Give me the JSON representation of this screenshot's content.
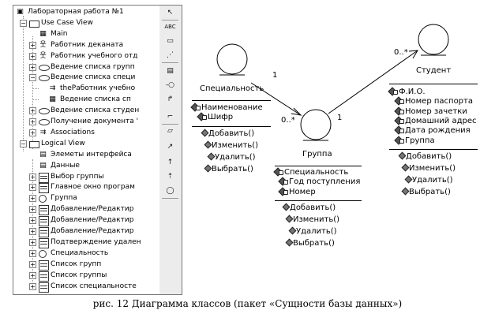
{
  "browser": {
    "items": [
      {
        "label": "Лабораторная работа №1",
        "icon": "model-icon",
        "depth": 0,
        "expander": ""
      },
      {
        "label": "Use Case View",
        "icon": "folder-icon",
        "depth": 1,
        "expander": "−"
      },
      {
        "label": "Main",
        "icon": "diagram-icon",
        "depth": 2,
        "expander": ""
      },
      {
        "label": "Работник деканата",
        "icon": "actor-icon",
        "depth": 2,
        "expander": "+"
      },
      {
        "label": "Работник учебного отд",
        "icon": "actor-icon",
        "depth": 2,
        "expander": "+"
      },
      {
        "label": "Ведение списка групп",
        "icon": "use-case-icon",
        "depth": 2,
        "expander": "+"
      },
      {
        "label": "Ведение списка специ",
        "icon": "use-case-icon",
        "depth": 2,
        "expander": "−"
      },
      {
        "label": "theРаботник учебно",
        "icon": "association-icon",
        "depth": 3,
        "expander": ""
      },
      {
        "label": "Ведение списка сп",
        "icon": "diagram-icon",
        "depth": 3,
        "expander": ""
      },
      {
        "label": "Ведение списка студен",
        "icon": "use-case-icon",
        "depth": 2,
        "expander": "+"
      },
      {
        "label": "Получение документа '",
        "icon": "use-case-icon",
        "depth": 2,
        "expander": "+"
      },
      {
        "label": "Associations",
        "icon": "association-icon",
        "depth": 2,
        "expander": "+"
      },
      {
        "label": "Logical View",
        "icon": "folder-icon",
        "depth": 1,
        "expander": "−"
      },
      {
        "label": "Элеметы интерфейса",
        "icon": "class-diagram-icon",
        "depth": 2,
        "expander": ""
      },
      {
        "label": "Данные",
        "icon": "class-diagram-icon",
        "depth": 2,
        "expander": ""
      },
      {
        "label": "Выбор группы",
        "icon": "class-icon",
        "depth": 2,
        "expander": "+"
      },
      {
        "label": "Главное окно  програм",
        "icon": "class-icon",
        "depth": 2,
        "expander": "+"
      },
      {
        "label": "Группа",
        "icon": "interface-icon",
        "depth": 2,
        "expander": "+"
      },
      {
        "label": "Добавление/Редактир",
        "icon": "class-icon",
        "depth": 2,
        "expander": "+"
      },
      {
        "label": "Добавление/Редактир",
        "icon": "class-icon",
        "depth": 2,
        "expander": "+"
      },
      {
        "label": "Добавление/Редактир",
        "icon": "class-icon",
        "depth": 2,
        "expander": "+"
      },
      {
        "label": "Подтверждение удален",
        "icon": "class-icon",
        "depth": 2,
        "expander": "+"
      },
      {
        "label": "Специальность",
        "icon": "interface-icon",
        "depth": 2,
        "expander": "+"
      },
      {
        "label": "Список групп",
        "icon": "class-icon",
        "depth": 2,
        "expander": "+"
      },
      {
        "label": "Список группы",
        "icon": "class-icon",
        "depth": 2,
        "expander": "+"
      },
      {
        "label": "Список специальносте",
        "icon": "class-icon",
        "depth": 2,
        "expander": "+"
      }
    ]
  },
  "palette": {
    "tools": [
      {
        "name": "selection-tool",
        "glyph": "↖"
      },
      {
        "name": "text-tool",
        "glyph": "ABC"
      },
      {
        "name": "note-tool",
        "glyph": "▭"
      },
      {
        "name": "anchor-tool",
        "glyph": "⋰"
      },
      {
        "name": "class-tool",
        "glyph": "▤"
      },
      {
        "name": "interface-tool",
        "glyph": "-○"
      },
      {
        "name": "unidirectional-association-tool",
        "glyph": "↱"
      },
      {
        "name": "association-class-tool",
        "glyph": "⌐"
      },
      {
        "name": "package-tool",
        "glyph": "▱"
      },
      {
        "name": "dependency-tool",
        "glyph": "↗"
      },
      {
        "name": "generalization-tool",
        "glyph": "↑"
      },
      {
        "name": "realization-tool",
        "glyph": "⇡"
      },
      {
        "name": "entity-class-tool",
        "glyph": "◯"
      }
    ]
  },
  "diagram": {
    "classes": [
      {
        "id": "specialty",
        "name": "Специальность",
        "attributes": [
          "Наименование",
          "Шифр"
        ],
        "operations": [
          "Добавить()",
          "Изменить()",
          "Удалить()",
          "Выбрать()"
        ]
      },
      {
        "id": "group",
        "name": "Группа",
        "attributes": [
          "Специальность",
          "Год поступления",
          "Номер"
        ],
        "operations": [
          "Добавить()",
          "Изменить()",
          "Удалить()",
          "Выбрать()"
        ]
      },
      {
        "id": "student",
        "name": "Студент",
        "attributes": [
          "Ф.И.О.",
          "Номер паспорта",
          "Номер зачетки",
          "Домашний адрес",
          "Дата рождения",
          "Группа"
        ],
        "operations": [
          "Добавить()",
          "Изменить()",
          "Удалить()",
          "Выбрать()"
        ]
      }
    ],
    "associations": [
      {
        "from": "specialty",
        "to": "group",
        "from_multiplicity": "1",
        "to_multiplicity": "0..*"
      },
      {
        "from": "group",
        "to": "student",
        "from_multiplicity": "1",
        "to_multiplicity": "0..*"
      }
    ]
  },
  "caption": "рис. 12 Диаграмма классов (пакет «Сущности базы данных»)",
  "colors": {
    "window_border": "#7a7a7a",
    "palette_bg": "#ececec",
    "ink": "#000000"
  }
}
